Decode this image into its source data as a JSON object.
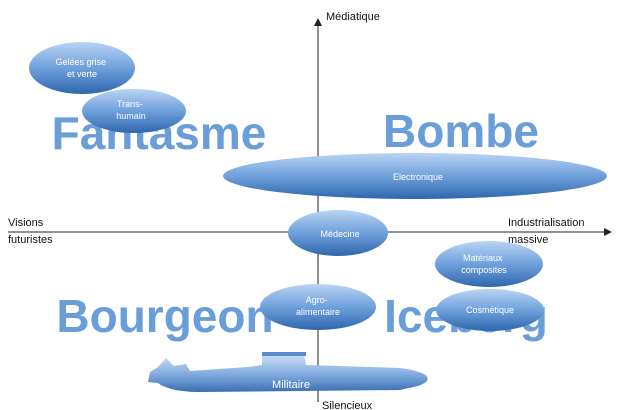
{
  "axes": {
    "top": "Médiatique",
    "bottom": "Silencieux",
    "left": [
      "Visions",
      "futuristes"
    ],
    "right": [
      "Industrialisation",
      "massive"
    ]
  },
  "quadrants": {
    "top_left": "Fantasme",
    "top_right": "Bombe",
    "bottom_left": "Bourgeon",
    "bottom_right": "Iceberg"
  },
  "bubbles": {
    "gelees": [
      "Gelées grise",
      "et verte"
    ],
    "transhumain": [
      "Trans-",
      "humain"
    ],
    "electronique": [
      "Electronique"
    ],
    "medecine": [
      "Médecine"
    ],
    "materiaux": [
      "Matériaux",
      "composites"
    ],
    "agro": [
      "Agro-",
      "alimentaire"
    ],
    "cosmetique": [
      "Cosmétique"
    ],
    "militaire": [
      "Militaire"
    ]
  },
  "colors": {
    "quadrant_text": "#6a9ed8",
    "bubble_light": "#a9c9ef",
    "bubble_dark": "#3f78bd",
    "axis": "#222222"
  }
}
